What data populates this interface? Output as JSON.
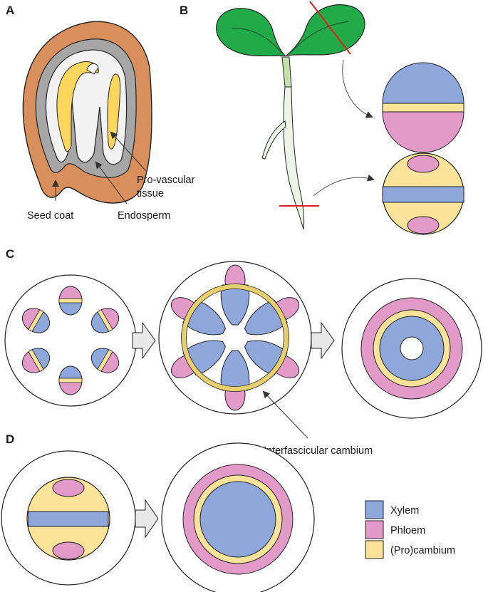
{
  "panels": {
    "a": "A",
    "b": "B",
    "c": "C",
    "d": "D"
  },
  "labels": {
    "seed_coat": "Seed coat",
    "endosperm": "Endosperm",
    "provascular_line1": "Pro-vascular",
    "provascular_line2": "tissue",
    "interfascicular": "Interfascicular cambium"
  },
  "legend": [
    {
      "label": "Xylem",
      "color": "#8fa8dc"
    },
    {
      "label": "Phloem",
      "color": "#e29ac9"
    },
    {
      "label": "(Pro)cambium",
      "color": "#fbe39a"
    }
  ],
  "colors": {
    "seed_coat": "#d98f5c",
    "endosperm": "#a6a6a6",
    "embryo": "#f2f2f2",
    "provascular": "#fdd75b",
    "leaf": "#21aa48",
    "hypocotyl": "#c6e0ab",
    "root": "#eef5e6",
    "cut_line": "#e0201b",
    "xylem": "#8fa8dc",
    "phloem": "#e29ac9",
    "cambium": "#fbe39a"
  },
  "icons": {
    "stage_arrow": "block-arrow-right",
    "pointer": "curved-arrow"
  }
}
